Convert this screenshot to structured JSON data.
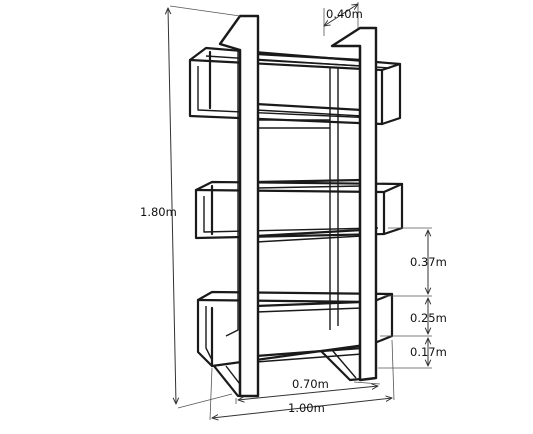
{
  "dimensions": {
    "height": "1.80m",
    "depth": "0.40m",
    "shelf_gap_upper": "0.37m",
    "shelf_gap_lower": "0.25m",
    "base_height": "0.17m",
    "inner_width": "0.70m",
    "overall_width": "1.00m"
  }
}
